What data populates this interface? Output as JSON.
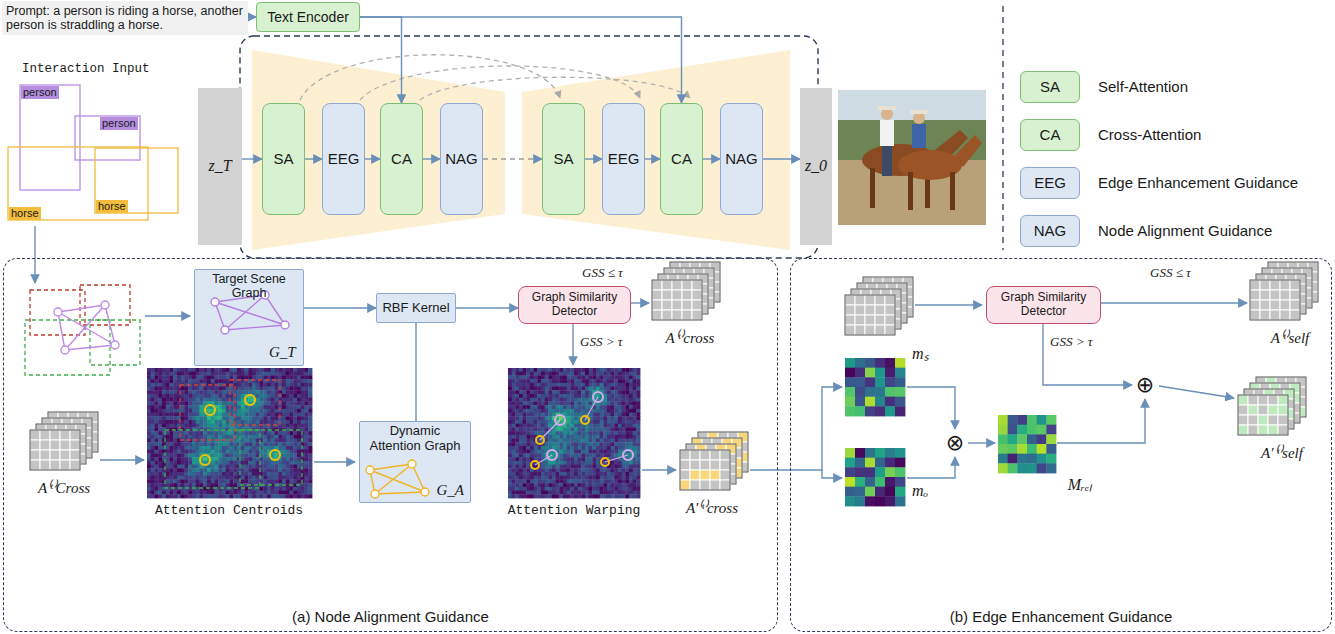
{
  "diagram": {
    "nodes": [
      {
        "text": [
          "Prompt: a person is riding a horse, another person is straddling a horse."
        ]
      },
      {
        "text": [
          "Text Encoder"
        ]
      },
      {
        "text": [
          "z_T"
        ]
      },
      {
        "text": [
          "SA"
        ]
      },
      {
        "text": [
          "EEG"
        ]
      },
      {
        "text": [
          "CA"
        ]
      },
      {
        "text": [
          "NAG"
        ]
      },
      {
        "text": [
          "SA"
        ]
      },
      {
        "text": [
          "EEG"
        ]
      },
      {
        "text": [
          "CA"
        ]
      },
      {
        "text": [
          "NAG"
        ]
      },
      {
        "text": [
          "z_0"
        ]
      },
      {
        "text": [
          "(a) Node Alignment Guidance"
        ]
      },
      {
        "text": [
          "Target Scene Graph",
          "G_T"
        ],
        "in": 12
      },
      {
        "text": [
          "RBF Kernel"
        ],
        "in": 12
      },
      {
        "text": [
          "Graph Similarity Detector"
        ],
        "in": 12
      },
      {
        "text": [
          "Dynamic Attention Graph",
          "G_A"
        ],
        "in": 12
      },
      {
        "text": [
          "(b) Edge Enhancement Guidance"
        ]
      },
      {
        "text": [
          "Graph Similarity Detector"
        ],
        "in": 17
      }
    ],
    "edges": [
      {
        "from": 0,
        "to": 1,
        "arrow": "to"
      },
      {
        "from": 1,
        "to": 5,
        "arrow": "to"
      },
      {
        "from": 1,
        "to": 9,
        "arrow": "to"
      },
      {
        "from": 2,
        "to": 3,
        "arrow": "to"
      },
      {
        "from": 3,
        "to": 4,
        "arrow": "to"
      },
      {
        "from": 4,
        "to": 5,
        "arrow": "to"
      },
      {
        "from": 5,
        "to": 6,
        "arrow": "to"
      },
      {
        "from": 6,
        "to": 7,
        "arrow": "to"
      },
      {
        "from": 7,
        "to": 8,
        "arrow": "to"
      },
      {
        "from": 8,
        "to": 9,
        "arrow": "to"
      },
      {
        "from": 9,
        "to": 10,
        "arrow": "to"
      },
      {
        "from": 10,
        "to": 11,
        "arrow": "to"
      },
      {
        "from": 13,
        "to": 14,
        "arrow": "to"
      },
      {
        "from": 14,
        "to": 15,
        "arrow": "to"
      },
      {
        "from": 14,
        "to": 16,
        "arrow": "none"
      }
    ],
    "labels": [
      "Interaction Input",
      "person",
      "person",
      "horse",
      "horse",
      "SA",
      "CA",
      "EEG",
      "NAG",
      "GSS ≤ τ",
      "A⁽ᵗ⁾cross",
      "A⁽ᵗ⁾Cross",
      "Attention Centroids",
      "GSS > τ",
      "Attention Warping",
      "A′⁽ᵗ⁾cross",
      "GSS ≤ τ",
      "A⁽ᵗ⁾self",
      "GSS > τ",
      "mₛ",
      "mₒ",
      "⊗",
      "Mᵣₑₗ",
      "⊕",
      "A′⁽ᵗ⁾self"
    ],
    "legend": [
      {
        "text": "Self-Attention",
        "color": "#d8f1d1"
      },
      {
        "text": "Cross-Attention",
        "color": "#d8f1d1"
      },
      {
        "text": "Edge Enhancement Guidance",
        "color": "#dde7f4"
      },
      {
        "text": "Node Alignment Guidance",
        "color": "#dde7f4"
      }
    ]
  }
}
